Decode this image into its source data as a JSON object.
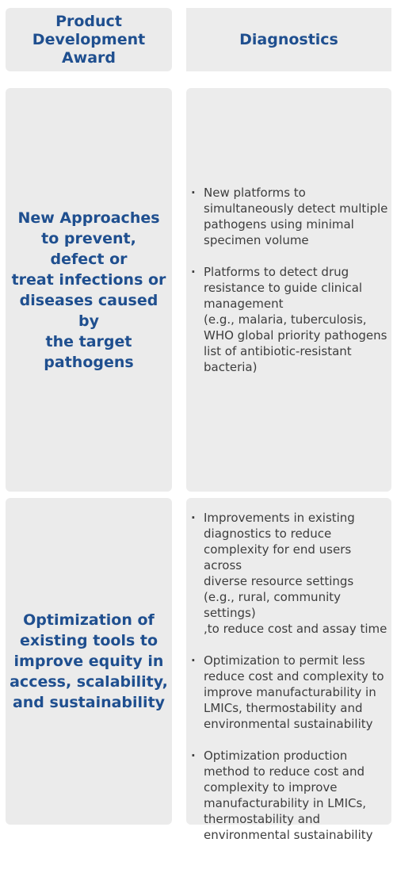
{
  "header": {
    "left_title": "Product\nDevelopment\nAward",
    "right_title": "Diagnostics"
  },
  "rows": [
    {
      "category": "New Approaches\nto prevent,\ndefect or\ntreat infections or\ndiseases caused by\nthe target\npathogens",
      "items": [
        "New platforms to\nsimultaneously detect multiple\npathogens using minimal\nspecimen volume",
        "Platforms to detect drug\nresistance to guide clinical\nmanagement\n(e.g., malaria, tuberculosis,\nWHO global priority pathogens\nlist of antibiotic-resistant\nbacteria)"
      ]
    },
    {
      "category": "Optimization of\nexisting tools to\nimprove equity in\naccess, scalability,\nand sustainability",
      "items": [
        "Improvements in existing\ndiagnostics to reduce\ncomplexity for end users across\ndiverse resource settings\n(e.g., rural, community settings)\n,to reduce cost and assay time",
        "Optimization to permit less\nreduce cost and complexity to\nimprove manufacturability in\nLMICs, thermostability and\nenvironmental sustainability",
        "Optimization production\nmethod to reduce cost and\ncomplexity to improve\nmanufacturability in LMICs,\nthermostability and\nenvironmental sustainability"
      ]
    }
  ],
  "bullet_glyph": "·"
}
